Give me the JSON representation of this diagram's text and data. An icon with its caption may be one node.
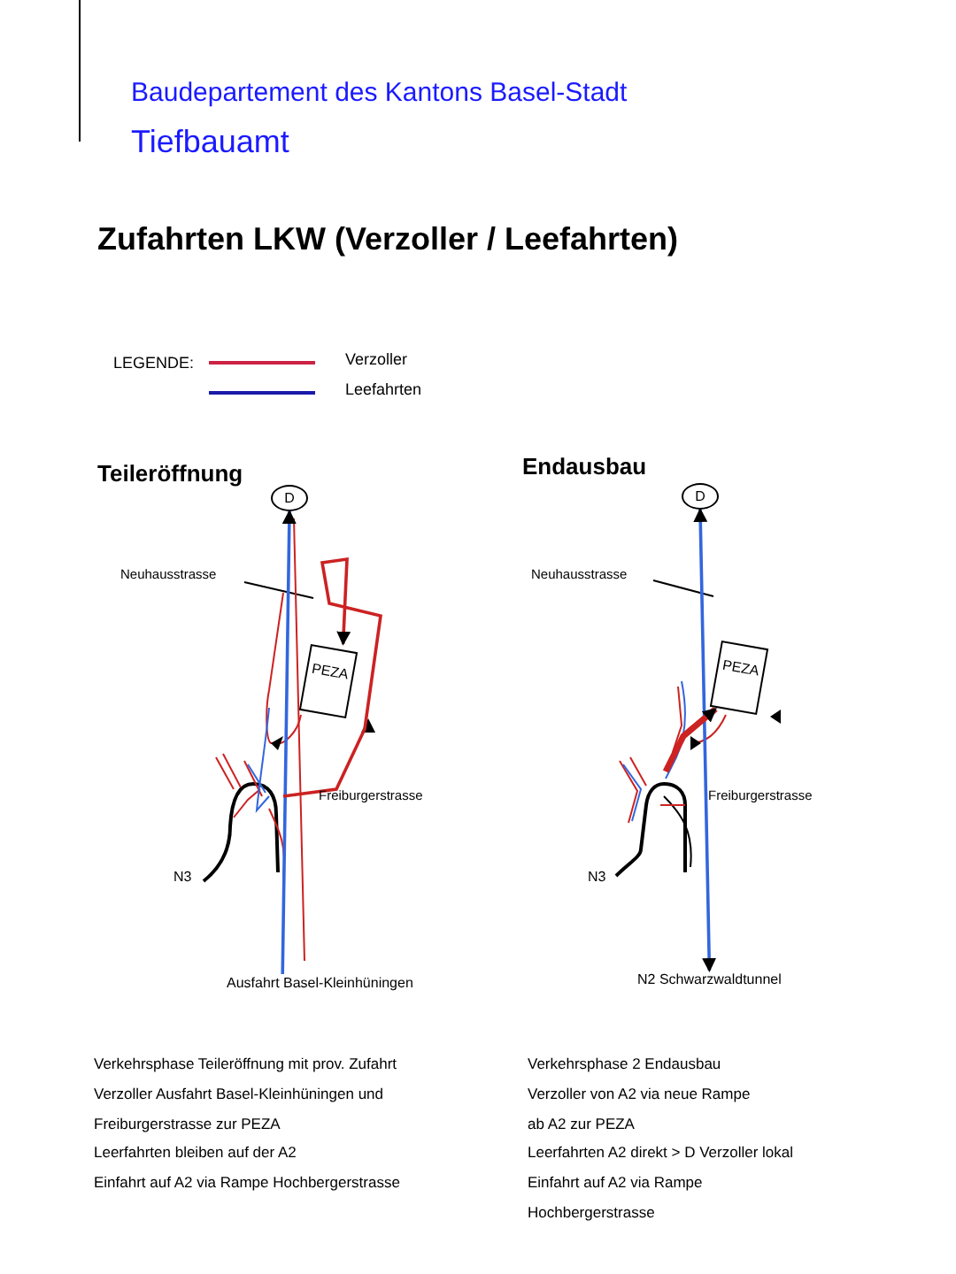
{
  "diagram": {
    "title": "Zufahrten LKW (Verzoller / Leefahrten)",
    "nodes": [
      {
        "text": [
          "D"
        ]
      },
      {
        "text": [
          "PEZA"
        ]
      },
      {
        "text": [
          "D"
        ]
      },
      {
        "text": [
          "PEZA"
        ]
      },
      {
        "text": [
          "Ausfahrt Basel-Kleinhüningen"
        ]
      },
      {
        "text": [
          "N2 Schwarzwaldtunnel"
        ]
      }
    ],
    "edges": [
      {
        "from": 4,
        "to": 0,
        "arrow": "to",
        "color": "#3366dd"
      },
      {
        "from": null,
        "to": 1,
        "arrow": "to",
        "color": "#cc2222"
      },
      {
        "from": 5,
        "to": 2,
        "arrow": "both",
        "color": "#3366dd"
      },
      {
        "from": null,
        "to": 3,
        "arrow": "to",
        "color": "#cc2222",
        "style": "thick"
      }
    ],
    "labels": [
      "Baudepartement des Kantons Basel-Stadt",
      "Tiefbauamt",
      "LEGENDE:",
      "Teileröffnung",
      "Endausbau",
      "Neuhausstrasse",
      "Freiburgerstrasse",
      "N3",
      "Neuhausstrasse",
      "Freiburgerstrasse",
      "N3",
      "Verkehrsphase Teileröffnung mit prov. Zufahrt",
      "Verzoller Ausfahrt Basel-Kleinhüningen und",
      "Freiburgerstrasse zur PEZA",
      "Leerfahrten bleiben auf der A2",
      "Einfahrt auf A2 via Rampe Hochbergerstrasse",
      "Verkehrsphase 2 Endausbau",
      "Verzoller von A2 via neue Rampe",
      "ab A2 zur PEZA",
      "Leerfahrten A2 direkt > D Verzoller lokal",
      "Einfahrt auf A2 via Rampe",
      "Hochbergerstrasse"
    ],
    "legend": [
      {
        "text": "Verzoller"
      },
      {
        "text": "Leefahrten"
      }
    ]
  }
}
